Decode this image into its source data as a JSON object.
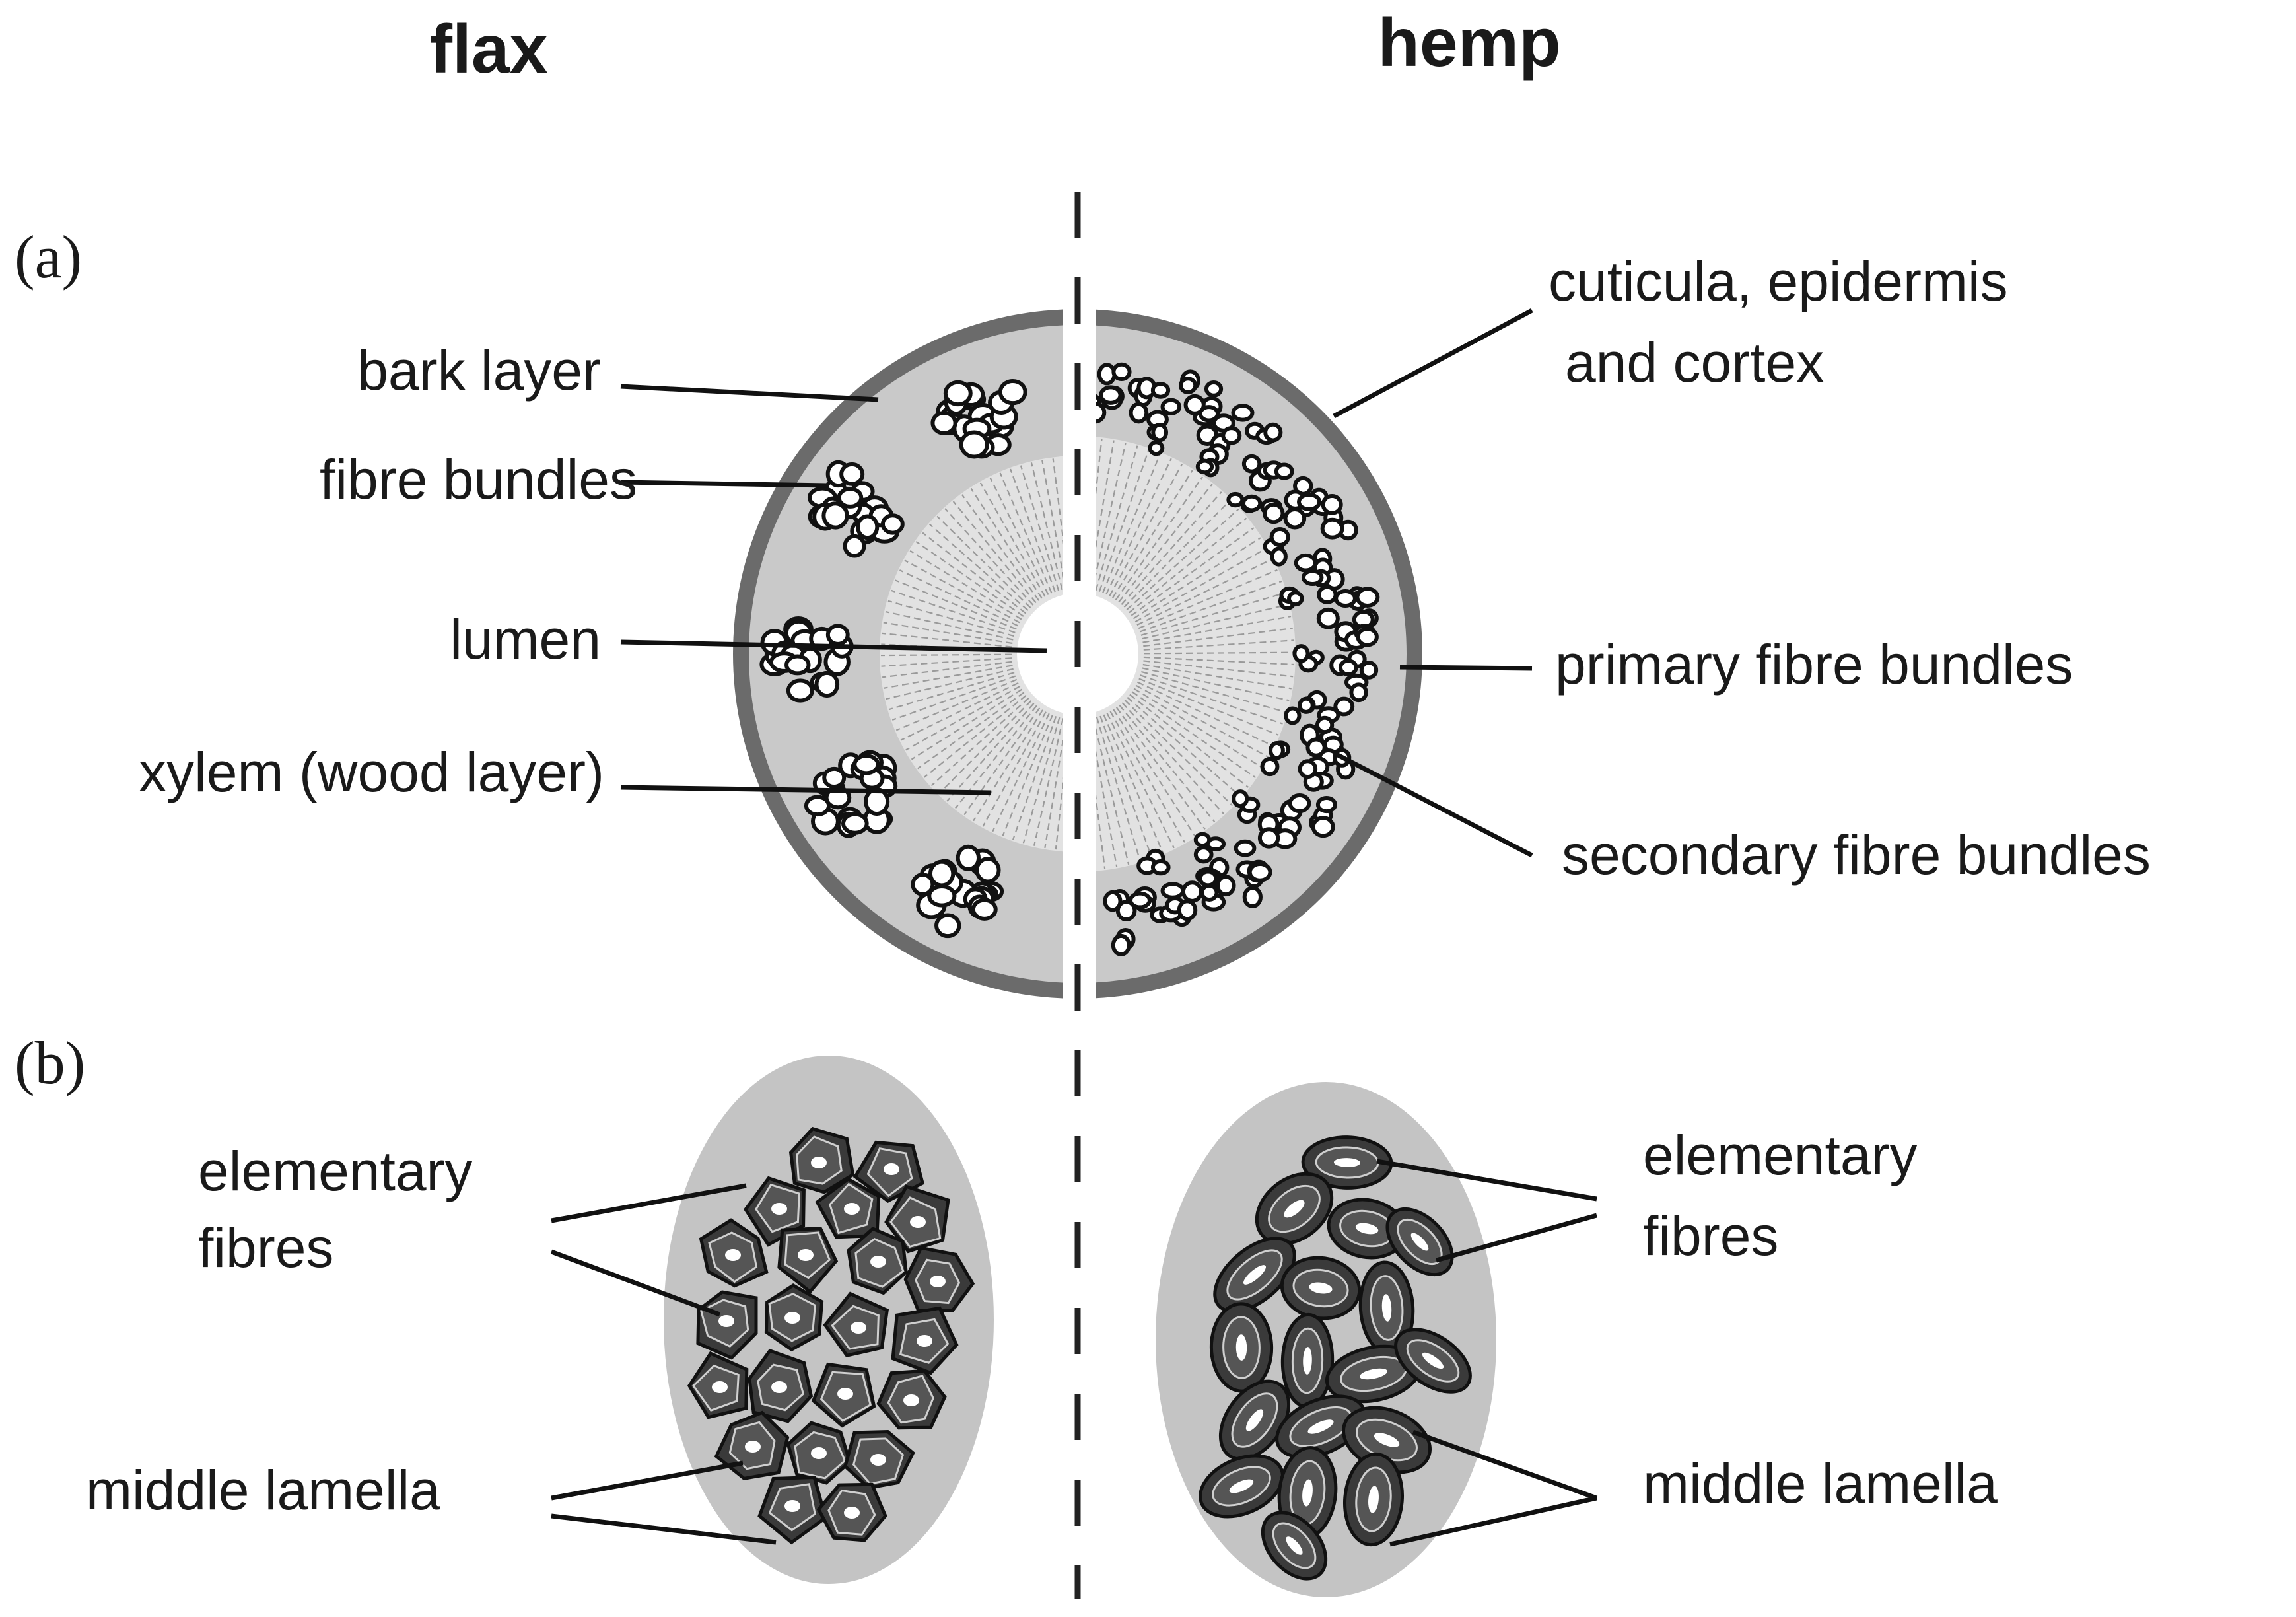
{
  "columns": {
    "left": "flax",
    "right": "hemp"
  },
  "panels": {
    "a": "(a)",
    "b": "(b)"
  },
  "labels_a_left": {
    "bark": "bark layer",
    "bundles": "fibre bundles",
    "lumen": "lumen",
    "xylem": "xylem (wood layer)"
  },
  "labels_a_right": {
    "cuticula_line1": "cuticula, epidermis",
    "cuticula_line2": "and cortex",
    "primary": "primary fibre bundles",
    "secondary": "secondary fibre bundles"
  },
  "labels_b_left": {
    "elementary_line1": "elementary",
    "elementary_line2": "fibres",
    "lamella": "middle lamella"
  },
  "labels_b_right": {
    "elementary_line1": "elementary",
    "elementary_line2": "fibres",
    "lamella": "middle lamella"
  },
  "colors": {
    "outer_ring": "#6b6b6b",
    "bark_fill": "#c9c9c9",
    "xylem_fill": "#e0e0e0",
    "oval_fill": "#c4c4c4",
    "fibre_dark": "#3a3a3a",
    "ink": "#111111"
  }
}
